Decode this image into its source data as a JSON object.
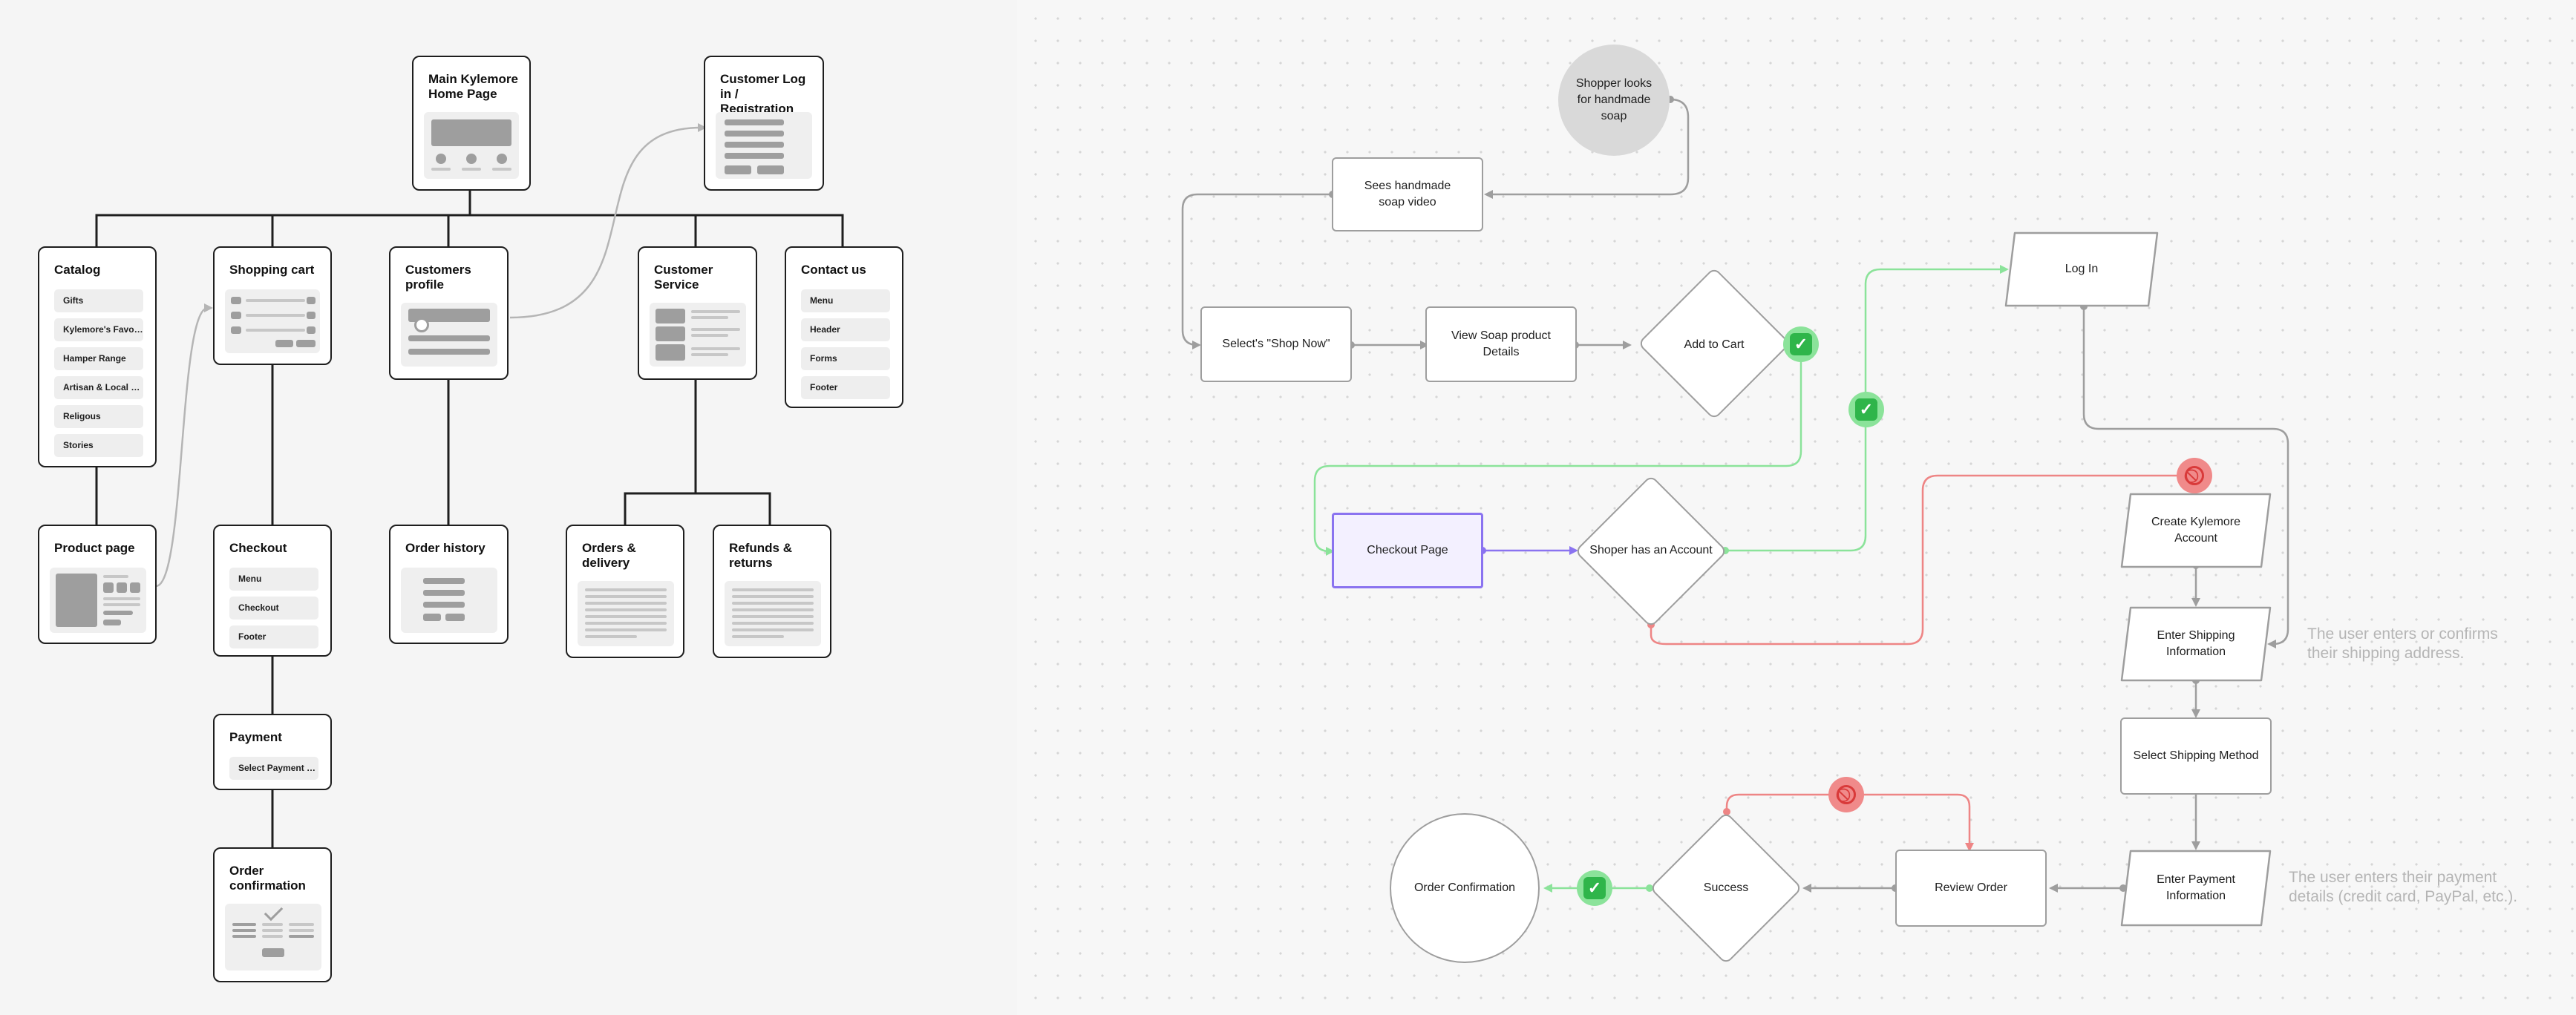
{
  "sitemap": {
    "home": {
      "title": "Main Kylemore Home Page"
    },
    "login": {
      "title": "Customer Log in / Registration"
    },
    "catalog": {
      "title": "Catalog",
      "items": [
        "Gifts",
        "Kylemore's Favori...",
        "Hamper Range",
        "Artisan & Local Cr...",
        "Religous",
        "Stories"
      ]
    },
    "shopping_cart": {
      "title": "Shopping cart"
    },
    "customers_profile": {
      "title": "Customers profile"
    },
    "customer_service": {
      "title": "Customer Service"
    },
    "contact_us": {
      "title": "Contact us",
      "items": [
        "Menu",
        "Header",
        "Forms",
        "Footer"
      ]
    },
    "product_page": {
      "title": "Product page"
    },
    "checkout": {
      "title": "Checkout",
      "items": [
        "Menu",
        "Checkout",
        "Footer"
      ]
    },
    "order_history": {
      "title": "Order history"
    },
    "orders_delivery": {
      "title": "Orders & delivery"
    },
    "refunds_returns": {
      "title": "Refunds & returns"
    },
    "payment": {
      "title": "Payment",
      "items": [
        "Select Payment T..."
      ]
    },
    "order_confirmation": {
      "title": "Order confirmation"
    }
  },
  "flow": {
    "shopper_looks": "Shopper looks for handmade soap",
    "sees_video": "Sees handmade soap video",
    "select_shop_now": "Select's \"Shop Now\"",
    "view_details": "View Soap product Details",
    "add_to_cart": "Add to Cart",
    "log_in": "Log In",
    "checkout_page": "Checkout Page",
    "has_account": "Shoper has an Account",
    "create_account": "Create Kylemore Account",
    "enter_shipping": "Enter Shipping Information",
    "select_shipping_method": "Select Shipping Method",
    "enter_payment": "Enter Payment Information",
    "review_order": "Review Order",
    "success": "Success",
    "order_confirmation": "Order Confirmation",
    "note_shipping": "The user enters or confirms their shipping address.",
    "note_payment": "The user enters their payment details (credit card, PayPal, etc.)."
  },
  "badges": {
    "ok_icon": "check-mark-icon",
    "no_icon": "prohibited-icon"
  },
  "colors": {
    "success": "#8be39a",
    "error": "#f08a8a",
    "selected": "#8a73f0",
    "connector": "#9e9e9e",
    "sitemap_line": "#1e1e1e"
  }
}
